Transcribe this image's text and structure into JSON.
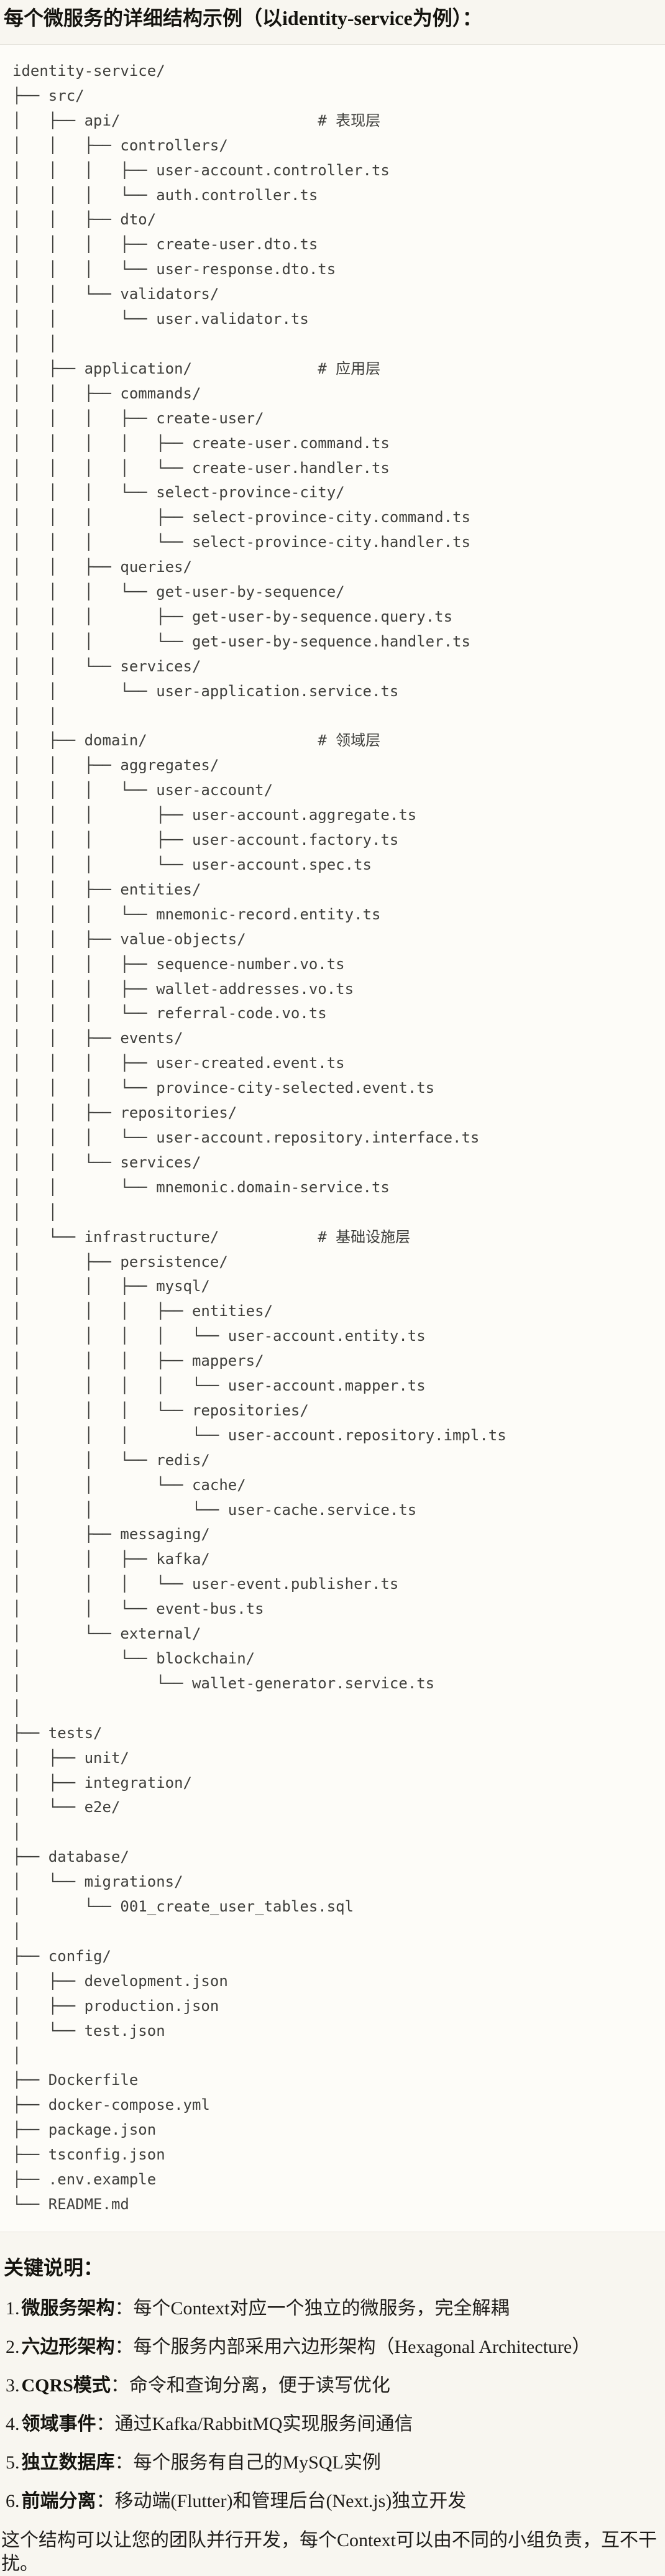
{
  "page": {
    "title": "每个微服务的详细结构示例（以identity-service为例）：",
    "notes_heading": "关键说明：",
    "closing": "这个结构可以让您的团队并行开发，每个Context可以由不同的小组负责，互不干扰。"
  },
  "code_block": {
    "tree_lines": [
      "identity-service/",
      "├── src/",
      "│   ├── api/                      # 表现层",
      "│   │   ├── controllers/",
      "│   │   │   ├── user-account.controller.ts",
      "│   │   │   └── auth.controller.ts",
      "│   │   ├── dto/",
      "│   │   │   ├── create-user.dto.ts",
      "│   │   │   └── user-response.dto.ts",
      "│   │   └── validators/",
      "│   │       └── user.validator.ts",
      "│   │",
      "│   ├── application/              # 应用层",
      "│   │   ├── commands/",
      "│   │   │   ├── create-user/",
      "│   │   │   │   ├── create-user.command.ts",
      "│   │   │   │   └── create-user.handler.ts",
      "│   │   │   └── select-province-city/",
      "│   │   │       ├── select-province-city.command.ts",
      "│   │   │       └── select-province-city.handler.ts",
      "│   │   ├── queries/",
      "│   │   │   └── get-user-by-sequence/",
      "│   │   │       ├── get-user-by-sequence.query.ts",
      "│   │   │       └── get-user-by-sequence.handler.ts",
      "│   │   └── services/",
      "│   │       └── user-application.service.ts",
      "│   │",
      "│   ├── domain/                   # 领域层",
      "│   │   ├── aggregates/",
      "│   │   │   └── user-account/",
      "│   │   │       ├── user-account.aggregate.ts",
      "│   │   │       ├── user-account.factory.ts",
      "│   │   │       └── user-account.spec.ts",
      "│   │   ├── entities/",
      "│   │   │   └── mnemonic-record.entity.ts",
      "│   │   ├── value-objects/",
      "│   │   │   ├── sequence-number.vo.ts",
      "│   │   │   ├── wallet-addresses.vo.ts",
      "│   │   │   └── referral-code.vo.ts",
      "│   │   ├── events/",
      "│   │   │   ├── user-created.event.ts",
      "│   │   │   └── province-city-selected.event.ts",
      "│   │   ├── repositories/",
      "│   │   │   └── user-account.repository.interface.ts",
      "│   │   └── services/",
      "│   │       └── mnemonic.domain-service.ts",
      "│   │",
      "│   └── infrastructure/           # 基础设施层",
      "│       ├── persistence/",
      "│       │   ├── mysql/",
      "│       │   │   ├── entities/",
      "│       │   │   │   └── user-account.entity.ts",
      "│       │   │   ├── mappers/",
      "│       │   │   │   └── user-account.mapper.ts",
      "│       │   │   └── repositories/",
      "│       │   │       └── user-account.repository.impl.ts",
      "│       │   └── redis/",
      "│       │       └── cache/",
      "│       │           └── user-cache.service.ts",
      "│       ├── messaging/",
      "│       │   ├── kafka/",
      "│       │   │   └── user-event.publisher.ts",
      "│       │   └── event-bus.ts",
      "│       └── external/",
      "│           └── blockchain/",
      "│               └── wallet-generator.service.ts",
      "│",
      "├── tests/",
      "│   ├── unit/",
      "│   ├── integration/",
      "│   └── e2e/",
      "│",
      "├── database/",
      "│   └── migrations/",
      "│       └── 001_create_user_tables.sql",
      "│",
      "├── config/",
      "│   ├── development.json",
      "│   ├── production.json",
      "│   └── test.json",
      "│",
      "├── Dockerfile",
      "├── docker-compose.yml",
      "├── package.json",
      "├── tsconfig.json",
      "├── .env.example",
      "└── README.md"
    ]
  },
  "notes": [
    {
      "num": "1.",
      "label": "微服务架构",
      "text": "：每个Context对应一个独立的微服务，完全解耦"
    },
    {
      "num": "2.",
      "label": "六边形架构",
      "text": "：每个服务内部采用六边形架构（Hexagonal Architecture）"
    },
    {
      "num": "3.",
      "label": "CQRS模式",
      "text": "：命令和查询分离，便于读写优化"
    },
    {
      "num": "4.",
      "label": "领域事件",
      "text": "：通过Kafka/RabbitMQ实现服务间通信"
    },
    {
      "num": "5.",
      "label": "独立数据库",
      "text": "：每个服务有自己的MySQL实例"
    },
    {
      "num": "6.",
      "label": "前端分离",
      "text": "：移动端(Flutter)和管理后台(Next.js)独立开发"
    }
  ]
}
